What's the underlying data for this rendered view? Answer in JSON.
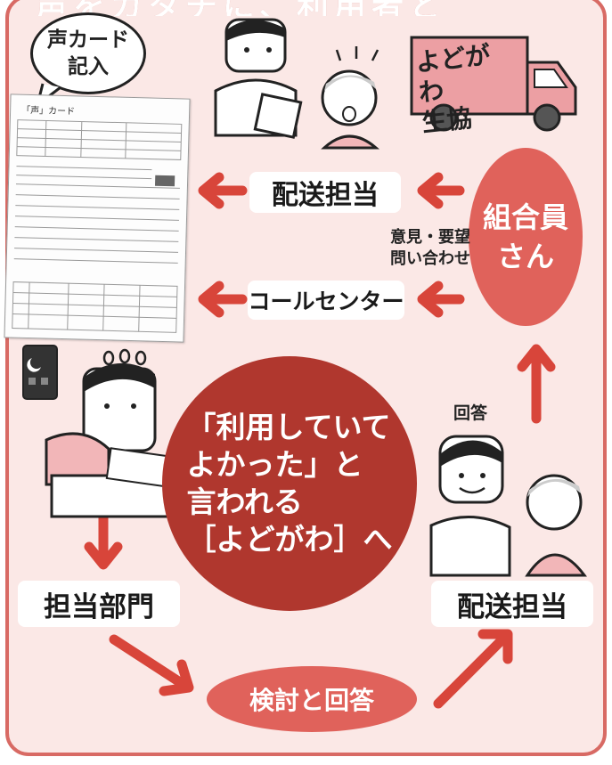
{
  "title_fragment": "声をカタチに、利用者と",
  "bubble_text": "声カード\n記入",
  "card_label": "「声」カード",
  "truck_text": "よどがわ\n生協",
  "labels": {
    "delivery_top": "配送担当",
    "call_center": "コールセンター",
    "member": "組合員\nさん",
    "opinion": "意見・要望\n問い合わせ",
    "answer": "回答",
    "center": "「利用していて\nよかった」と\n言われる\n［よどがわ］へ",
    "dept": "担当部門",
    "review": "検討と回答",
    "delivery_bottom": "配送担当"
  },
  "colors": {
    "panel_bg": "#fbe8e6",
    "panel_border": "#d86a64",
    "arrow": "#d8453a",
    "oval": "#e0625b",
    "center": "#b0372e",
    "truck": "#ec9fa3"
  }
}
